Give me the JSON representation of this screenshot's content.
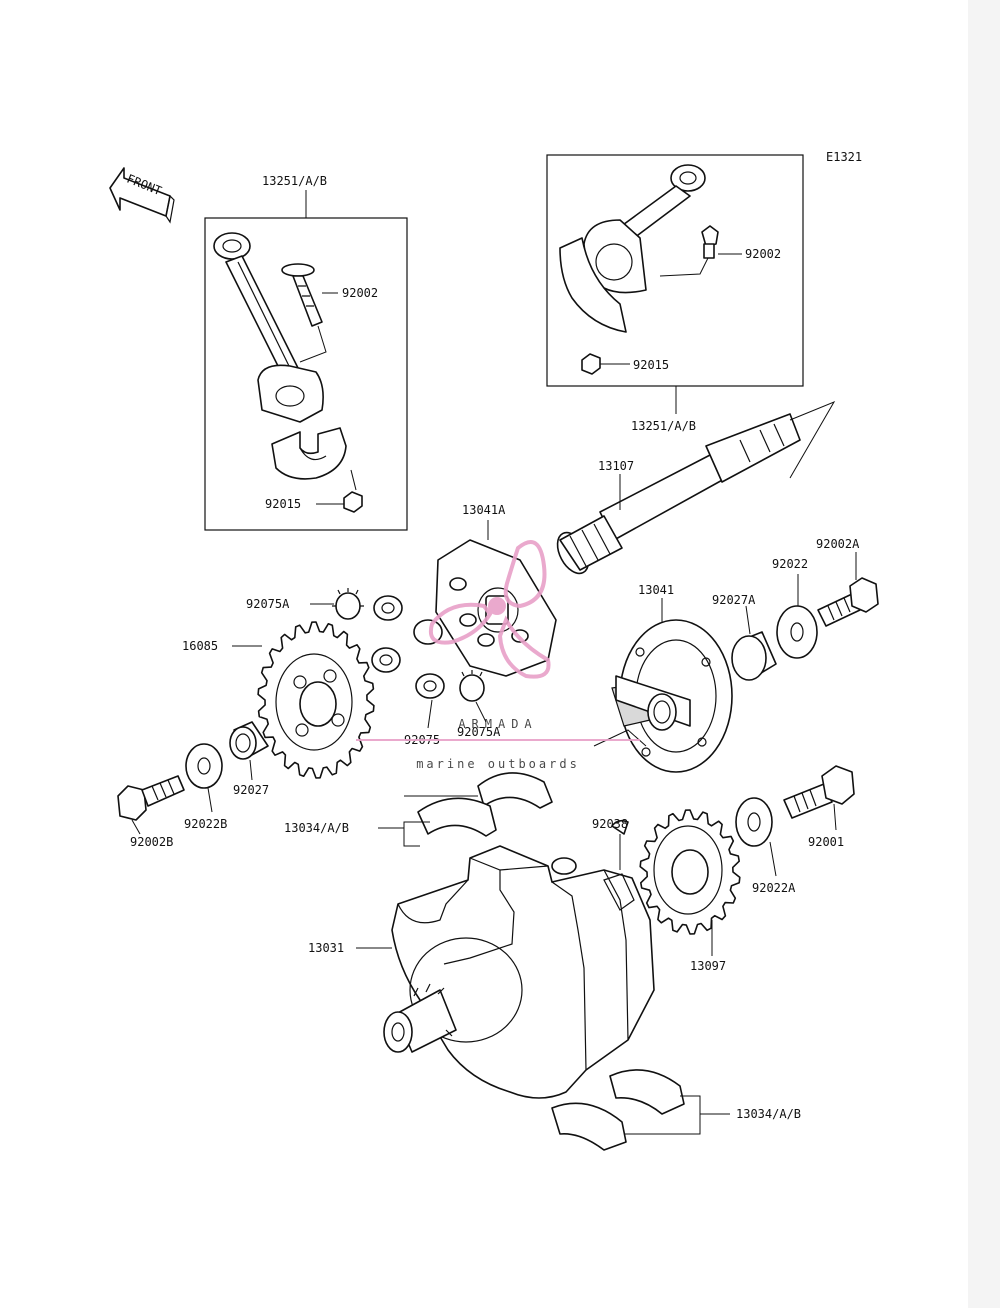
{
  "figure_code": "E1321",
  "front_label": "FRONT",
  "labels": {
    "conrod_assy_left": "13251/A/B",
    "bolt_left": "92002",
    "nut_left": "92015",
    "bolt_right": "92002",
    "nut_right": "92015",
    "conrod_assy_right": "13251/A/B",
    "shaft": "13107",
    "gear_carrier": "13041A",
    "gear_hub": "13041",
    "bolt_92002A": "92002A",
    "washer_92022": "92022",
    "collar_92027A": "92027A",
    "pinion_92075A_upper": "92075A",
    "sprocket": "16085",
    "pinion_92075": "92075",
    "pinion_92075A_lower": "92075A",
    "collar_92027": "92027",
    "bearing_upper": "13034/A/B",
    "washer_92022B": "92022B",
    "bolt_92002B": "92002B",
    "key": "92038",
    "bolt_92001": "92001",
    "washer_92022A": "92022A",
    "gear_13097": "13097",
    "crankshaft": "13031",
    "bearing_lower": "13034/A/B"
  },
  "watermark": {
    "brand": "ARMADA",
    "tagline": "marine outboards",
    "accent_color": "#e8a0c8"
  }
}
